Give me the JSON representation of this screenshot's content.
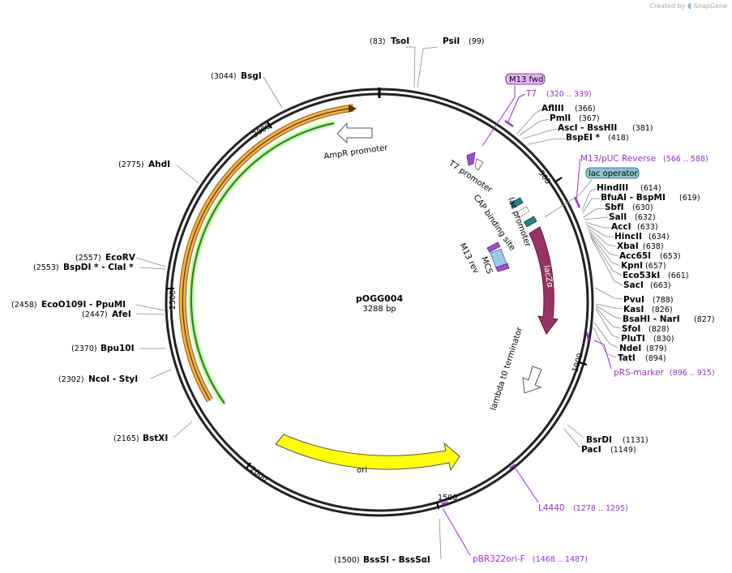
{
  "branding": {
    "created_by": "Created by",
    "app": "SnapGene"
  },
  "plasmid": {
    "name": "pOGG004",
    "size_label": "3288 bp"
  },
  "ticks": [
    "500",
    "1000",
    "1500",
    "2000",
    "2500",
    "3000"
  ],
  "sites": [
    {
      "id": "tsoi",
      "name": "TsoI",
      "pos": "(83)"
    },
    {
      "id": "psii",
      "name": "PsiI",
      "pos": "(99)"
    },
    {
      "id": "afliii",
      "name": "AflIII",
      "pos": "(366)"
    },
    {
      "id": "pmli",
      "name": "PmlI",
      "pos": "(367)"
    },
    {
      "id": "asci",
      "name": "AscI - BssHII",
      "pos": "(381)"
    },
    {
      "id": "bspei",
      "name": "BspEI *",
      "pos": "(418)"
    },
    {
      "id": "hindiii",
      "name": "HindIII",
      "pos": "(614)"
    },
    {
      "id": "bfuai",
      "name": "BfuAI - BspMI",
      "pos": "(619)"
    },
    {
      "id": "sbfi",
      "name": "SbfI",
      "pos": "(630)"
    },
    {
      "id": "sali",
      "name": "SalI",
      "pos": "(632)"
    },
    {
      "id": "acci",
      "name": "AccI",
      "pos": "(633)"
    },
    {
      "id": "hincii",
      "name": "HincII",
      "pos": "(634)"
    },
    {
      "id": "xbai",
      "name": "XbaI",
      "pos": "(638)"
    },
    {
      "id": "acc65i",
      "name": "Acc65I",
      "pos": "(653)"
    },
    {
      "id": "kpni",
      "name": "KpnI",
      "pos": "(657)"
    },
    {
      "id": "eco53ki",
      "name": "Eco53kI",
      "pos": "(661)"
    },
    {
      "id": "saci",
      "name": "SacI",
      "pos": "(663)"
    },
    {
      "id": "pvui",
      "name": "PvuI",
      "pos": "(788)"
    },
    {
      "id": "kasi",
      "name": "KasI",
      "pos": "(826)"
    },
    {
      "id": "bsahi",
      "name": "BsaHI - NarI",
      "pos": "(827)"
    },
    {
      "id": "sfoi",
      "name": "SfoI",
      "pos": "(828)"
    },
    {
      "id": "pluti",
      "name": "PluTI",
      "pos": "(830)"
    },
    {
      "id": "ndei",
      "name": "NdeI",
      "pos": "(879)"
    },
    {
      "id": "tati",
      "name": "TatI",
      "pos": "(894)"
    },
    {
      "id": "bsrdi",
      "name": "BsrDI",
      "pos": "(1131)"
    },
    {
      "id": "paci",
      "name": "PacI",
      "pos": "(1149)"
    },
    {
      "id": "bsssi",
      "name": "BssSI - BssSαI",
      "pos": "(1500)"
    },
    {
      "id": "bstxi",
      "name": "BstXI",
      "pos": "(2165)"
    },
    {
      "id": "ncoi",
      "name": "NcoI - StyI",
      "pos": "(2302)"
    },
    {
      "id": "bpu10i",
      "name": "Bpu10I",
      "pos": "(2370)"
    },
    {
      "id": "afei",
      "name": "AfeI",
      "pos": "(2447)"
    },
    {
      "id": "ecoo109i",
      "name": "EcoO109I - PpuMI",
      "pos": "(2458)"
    },
    {
      "id": "bspdi",
      "name": "BspDI * - ClaI *",
      "pos": "(2553)"
    },
    {
      "id": "ecorv",
      "name": "EcoRV",
      "pos": "(2557)"
    },
    {
      "id": "ahdi",
      "name": "AhdI",
      "pos": "(2775)"
    },
    {
      "id": "bsgi",
      "name": "BsgI",
      "pos": "(3044)"
    }
  ],
  "primers": [
    {
      "id": "m13fwd",
      "name": "M13 fwd",
      "pos": ""
    },
    {
      "id": "t7",
      "name": "T7",
      "pos": "(320 .. 339)"
    },
    {
      "id": "m13puc",
      "name": "M13/pUC Reverse",
      "pos": "(566 .. 588)"
    },
    {
      "id": "prs",
      "name": "pRS-marker",
      "pos": "(896 .. 915)"
    },
    {
      "id": "l4440",
      "name": "L4440",
      "pos": "(1278 .. 1295)"
    },
    {
      "id": "pbr322",
      "name": "pBR322ori-F",
      "pos": "(1468 .. 1487)"
    }
  ],
  "features": [
    {
      "id": "lacoperator",
      "name": "lac operator"
    },
    {
      "id": "ampr",
      "name": "AmpR promoter"
    },
    {
      "id": "t7promoter",
      "name": "T7 promoter"
    },
    {
      "id": "cap",
      "name": "CAP binding site"
    },
    {
      "id": "lacpromoter",
      "name": "lac promoter"
    },
    {
      "id": "m13rev",
      "name": "M13 rev"
    },
    {
      "id": "mcs",
      "name": "MCS"
    },
    {
      "id": "lacza",
      "name": "lacZα"
    },
    {
      "id": "lambda",
      "name": "lambda t0 terminator"
    },
    {
      "id": "ori",
      "name": "ori"
    }
  ],
  "colors": {
    "ori": "#ffff00",
    "lacza": "#993366",
    "primer": "#9b2fcf",
    "lacoperator_fill": "#8fc3d6",
    "cap_fill": "#2a7f8f",
    "ampr_fill": "#f0a530",
    "ampr_inner": "#2a8a1a",
    "mcs_fill": "#9cc9ee"
  }
}
